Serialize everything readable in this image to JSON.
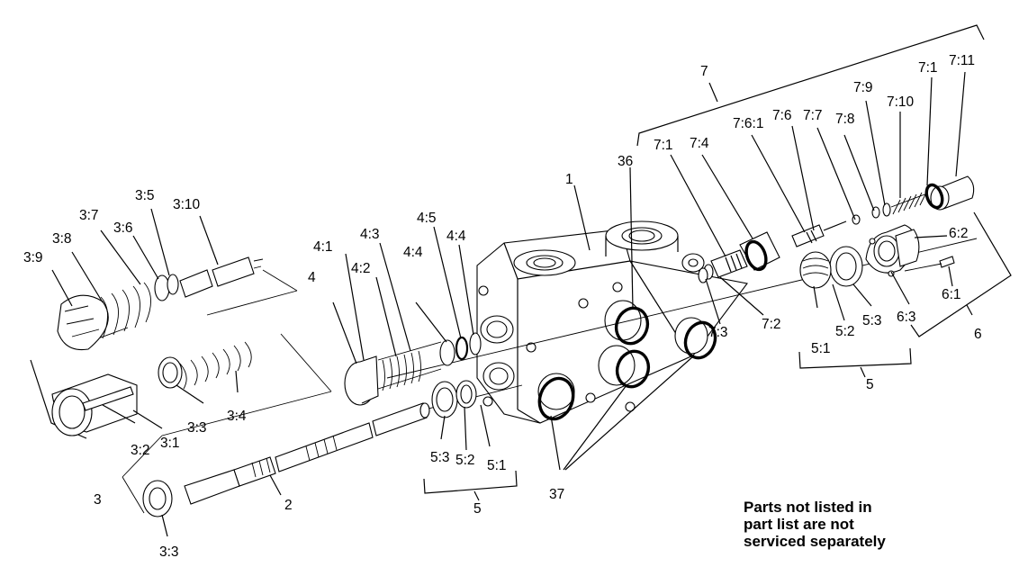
{
  "labels": {
    "l_7": "7",
    "l_7_1a": "7:1",
    "l_7_11": "7:11",
    "l_7_9": "7:9",
    "l_7_10": "7:10",
    "l_7_6_1": "7:6:1",
    "l_7_6": "7:6",
    "l_7_7": "7:7",
    "l_7_8": "7:8",
    "l_7_1b": "7:1",
    "l_7_4": "7:4",
    "l_36": "36",
    "l_1": "1",
    "l_6_2": "6:2",
    "l_6_1": "6:1",
    "l_6_3": "6:3",
    "l_6": "6",
    "l_7_2": "7:2",
    "l_7_3": "7:3",
    "l_5_1a": "5:1",
    "l_5_2a": "5:2",
    "l_5_3a": "5:3",
    "l_5a": "5",
    "l_3_9": "3:9",
    "l_3_8": "3:8",
    "l_3_7": "3:7",
    "l_3_6": "3:6",
    "l_3_5": "3:5",
    "l_3_10": "3:10",
    "l_4_1": "4:1",
    "l_4_3": "4:3",
    "l_4_5": "4:5",
    "l_4_2": "4:2",
    "l_4_4a": "4:4",
    "l_4_4b": "4:4",
    "l_4": "4",
    "l_3_3a": "3:3",
    "l_3_4": "3:4",
    "l_3_2": "3:2",
    "l_3_1": "3:1",
    "l_3": "3",
    "l_2": "2",
    "l_3_3b": "3:3",
    "l_5_3b": "5:3",
    "l_5_2b": "5:2",
    "l_5_1b": "5:1",
    "l_5b": "5",
    "l_37": "37"
  },
  "note": {
    "line1": "Parts not listed in",
    "line2": "part list are not",
    "line3": "serviced separately"
  }
}
